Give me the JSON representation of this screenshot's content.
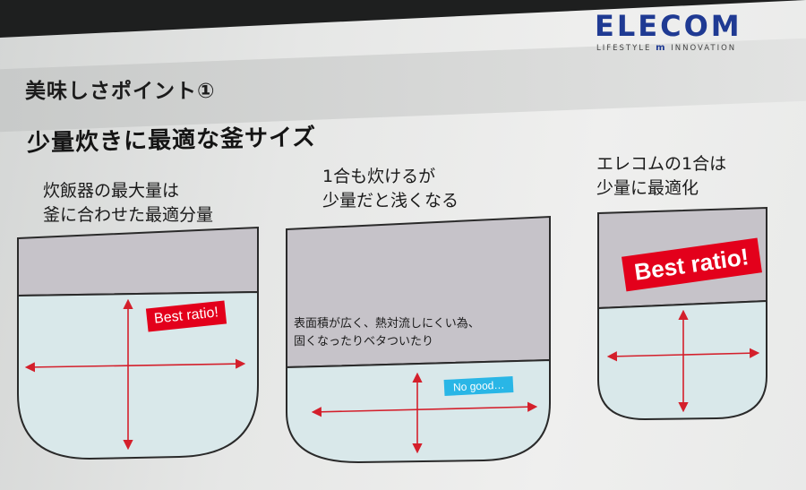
{
  "slide": {
    "heading": "美味しさポイント①",
    "subheading": "少量炊きに最適な釜サイズ"
  },
  "logo": {
    "name": "ELECOM",
    "tagline_left": "LIFESTYLE",
    "tagline_mark": "m",
    "tagline_right": "INNOVATION",
    "brand_color": "#1f3a93"
  },
  "pots": [
    {
      "caption_line1": "炊飯器の最大量は",
      "caption_line2": "釜に合わせた最適分量",
      "badge": "Best ratio!",
      "badge_color": "#e3001b"
    },
    {
      "caption_line1": "1合も炊けるが",
      "caption_line2": "少量だと浅くなる",
      "note_line1": "表面積が広く、熱対流しにくい為、",
      "note_line2": "固くなったりベタついたり",
      "badge": "No good…",
      "badge_color": "#29b6e6"
    },
    {
      "caption_line1": "エレコムの1合は",
      "caption_line2": "少量に最適化",
      "badge": "Best ratio!",
      "badge_color": "#e3001b"
    }
  ],
  "colors": {
    "pot_empty": "#c6c3c9",
    "rice_water": "#d9e8ea",
    "arrow": "#d41f2b",
    "outline": "#2a2a2a"
  }
}
